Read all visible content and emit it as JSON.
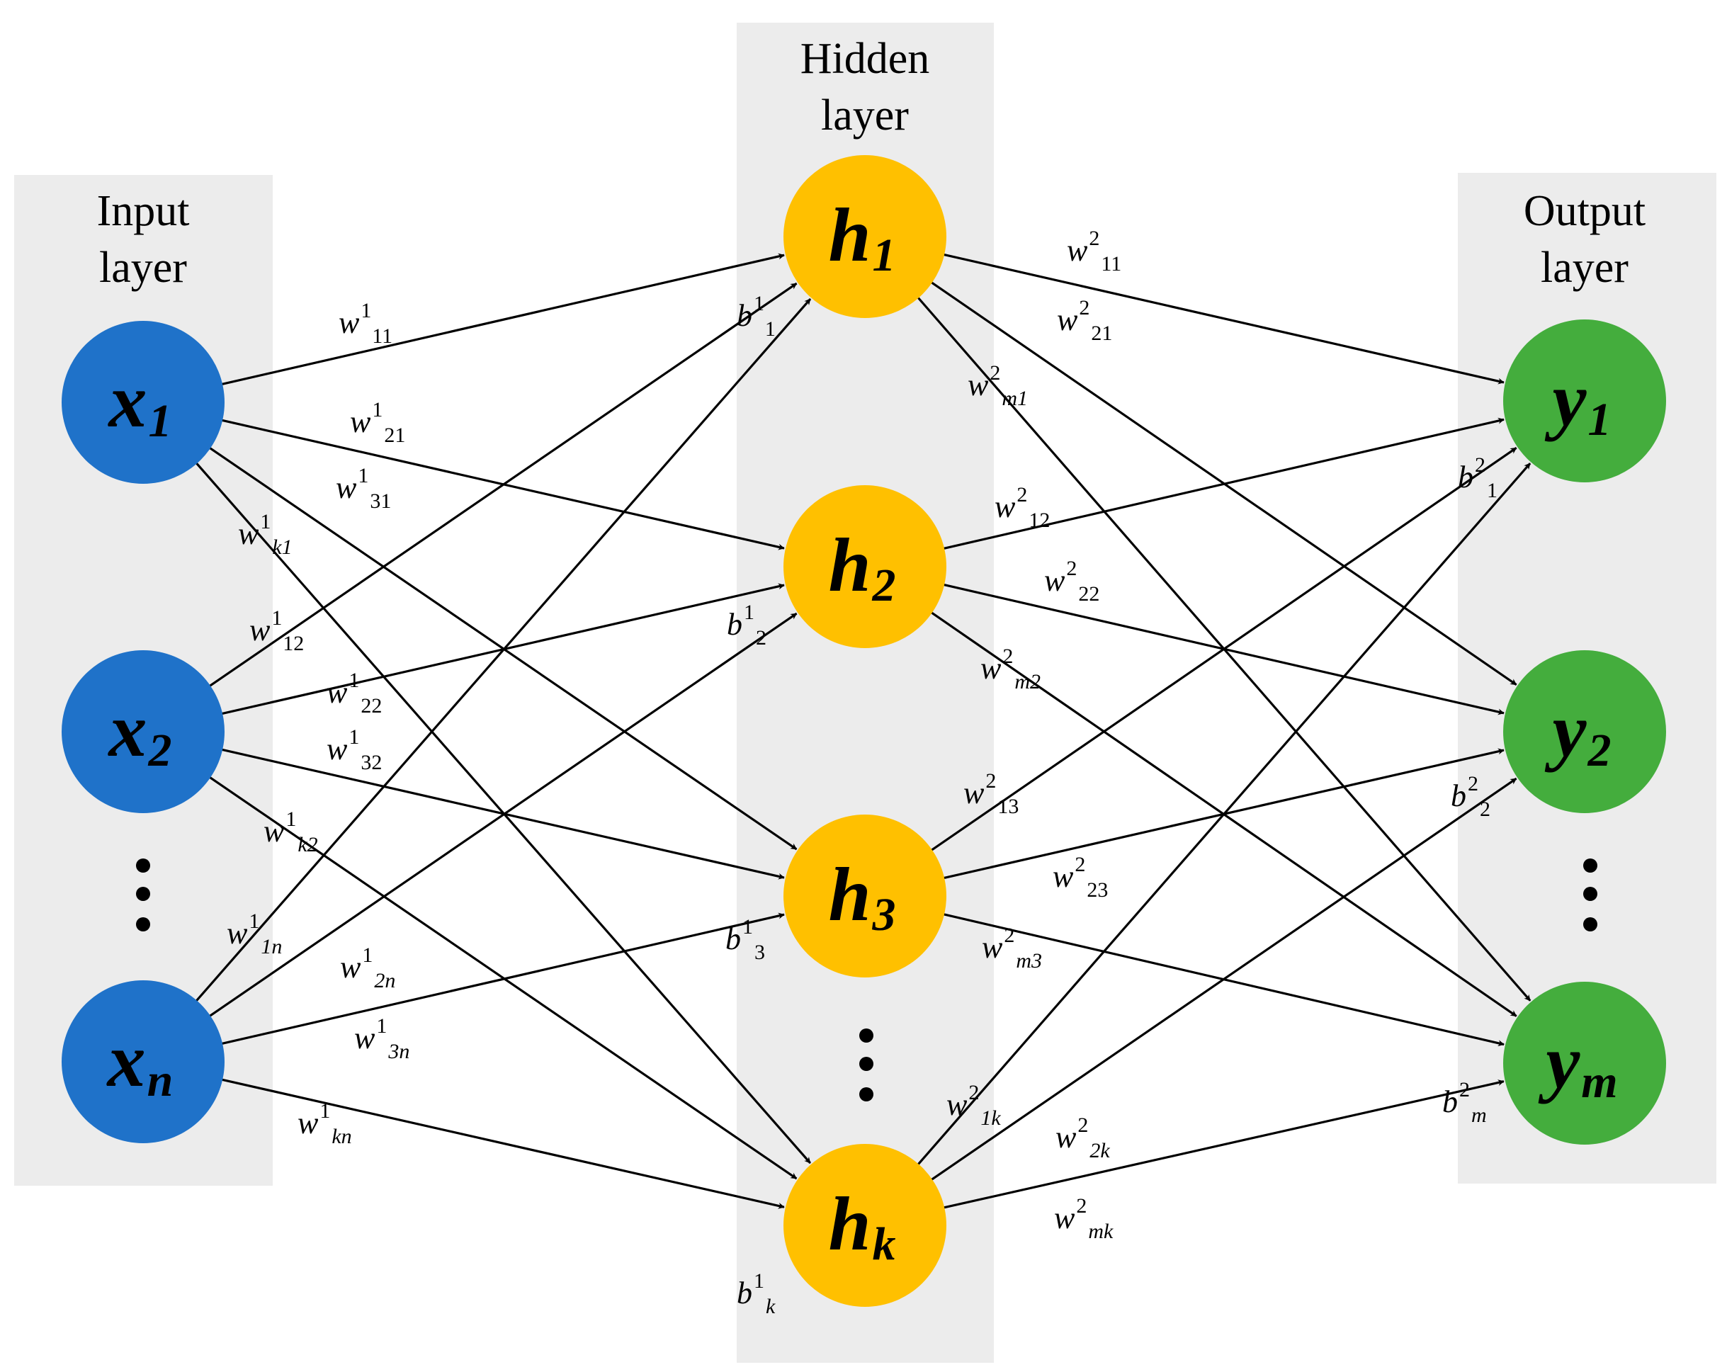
{
  "layers": {
    "input": {
      "title_line1": "Input",
      "title_line2": "layer",
      "color": "#1f72c9"
    },
    "hidden": {
      "title_line1": "Hidden",
      "title_line2": "layer",
      "color": "#ffc000"
    },
    "output": {
      "title_line1": "Output",
      "title_line2": "layer",
      "color": "#44ad3d"
    }
  },
  "panel_color": "#ececec",
  "nodes": {
    "input": [
      {
        "var": "x",
        "sub": "1"
      },
      {
        "var": "x",
        "sub": "2"
      },
      {
        "var": "x",
        "sub": "n"
      }
    ],
    "hidden": [
      {
        "var": "h",
        "sub": "1"
      },
      {
        "var": "h",
        "sub": "2"
      },
      {
        "var": "h",
        "sub": "3"
      },
      {
        "var": "h",
        "sub": "k"
      }
    ],
    "output": [
      {
        "var": "y",
        "sub": "1"
      },
      {
        "var": "y",
        "sub": "2"
      },
      {
        "var": "y",
        "sub": "m"
      }
    ]
  },
  "weights_layer1": [
    {
      "var": "w",
      "sup": "1",
      "sub": "11"
    },
    {
      "var": "w",
      "sup": "1",
      "sub": "21"
    },
    {
      "var": "w",
      "sup": "1",
      "sub": "31"
    },
    {
      "var": "w",
      "sup": "1",
      "sub": "k1"
    },
    {
      "var": "w",
      "sup": "1",
      "sub": "12"
    },
    {
      "var": "w",
      "sup": "1",
      "sub": "22"
    },
    {
      "var": "w",
      "sup": "1",
      "sub": "32"
    },
    {
      "var": "w",
      "sup": "1",
      "sub": "k2"
    },
    {
      "var": "w",
      "sup": "1",
      "sub": "1n"
    },
    {
      "var": "w",
      "sup": "1",
      "sub": "2n"
    },
    {
      "var": "w",
      "sup": "1",
      "sub": "3n"
    },
    {
      "var": "w",
      "sup": "1",
      "sub": "kn"
    }
  ],
  "weights_layer2": [
    {
      "var": "w",
      "sup": "2",
      "sub": "11"
    },
    {
      "var": "w",
      "sup": "2",
      "sub": "21"
    },
    {
      "var": "w",
      "sup": "2",
      "sub": "m1"
    },
    {
      "var": "w",
      "sup": "2",
      "sub": "12"
    },
    {
      "var": "w",
      "sup": "2",
      "sub": "22"
    },
    {
      "var": "w",
      "sup": "2",
      "sub": "m2"
    },
    {
      "var": "w",
      "sup": "2",
      "sub": "13"
    },
    {
      "var": "w",
      "sup": "2",
      "sub": "23"
    },
    {
      "var": "w",
      "sup": "2",
      "sub": "m3"
    },
    {
      "var": "w",
      "sup": "2",
      "sub": "1k"
    },
    {
      "var": "w",
      "sup": "2",
      "sub": "2k"
    },
    {
      "var": "w",
      "sup": "2",
      "sub": "mk"
    }
  ],
  "biases_hidden": [
    {
      "var": "b",
      "sup": "1",
      "sub": "1"
    },
    {
      "var": "b",
      "sup": "1",
      "sub": "2"
    },
    {
      "var": "b",
      "sup": "1",
      "sub": "3"
    },
    {
      "var": "b",
      "sup": "1",
      "sub": "k"
    }
  ],
  "biases_output": [
    {
      "var": "b",
      "sup": "2",
      "sub": "1"
    },
    {
      "var": "b",
      "sup": "2",
      "sub": "2"
    },
    {
      "var": "b",
      "sup": "2",
      "sub": "m"
    }
  ]
}
